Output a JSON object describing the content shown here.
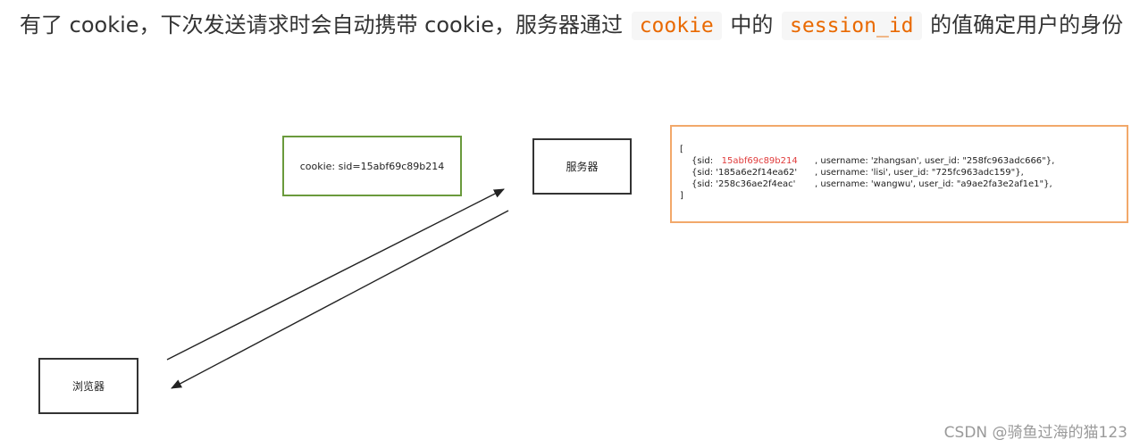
{
  "paragraph": {
    "text_1": "有了 cookie，下次发送请求时会自动携带 cookie，服务器通过 ",
    "code_1": "cookie",
    "text_2": " 中的 ",
    "code_2": "session_id",
    "text_3": " 的值确定用户的身份"
  },
  "diagram": {
    "browser_label": "浏览器",
    "server_label": "服务器",
    "cookie_label": "cookie: sid=15abf69c89b214",
    "session_store": {
      "open": "[",
      "close": "]",
      "rows": [
        {
          "sid_prefix": "{sid:",
          "sid_value": "15abf69c89b214",
          "rest": ", username: 'zhangsan', user_id: \"258fc963adc666\"},",
          "highlight": "#e03b3b"
        },
        {
          "sid_prefix": "{sid: '185a6e2f14ea62'",
          "sid_value": "",
          "rest": ", username: 'lisi', user_id: \"725fc963adc159\"},",
          "highlight": ""
        },
        {
          "sid_prefix": "{sid: '258c36ae2f4eac'",
          "sid_value": "",
          "rest": ", username: 'wangwu', user_id: \"a9ae2fa3e2af1e1\"},",
          "highlight": ""
        }
      ]
    },
    "colors": {
      "cookie_border": "#6a9a3c",
      "session_border": "#f2a86a",
      "code_text": "#e96900"
    }
  },
  "watermark": "CSDN @骑鱼过海的猫123"
}
